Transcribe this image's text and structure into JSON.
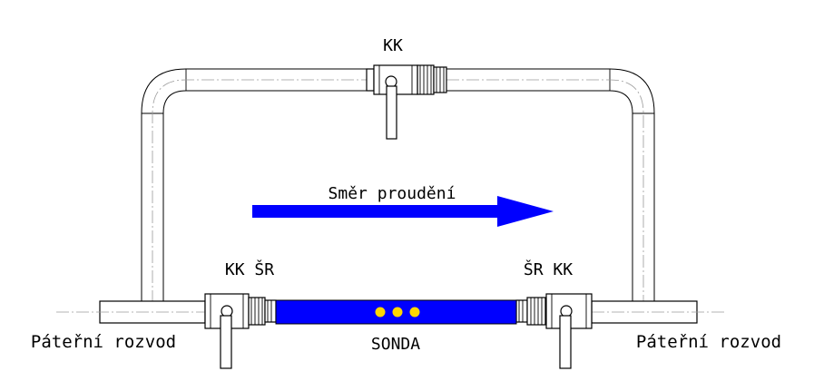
{
  "labels": {
    "top_valve": "KK",
    "left_valves": "KK ŠR",
    "right_valves": "ŠR KK",
    "flow_direction": "Směr proudění",
    "probe": "SONDA",
    "main_left": "Páteřní rozvod",
    "main_right": "Páteřní rozvod"
  },
  "colors": {
    "probe_fill": "#0000ff",
    "probe_dots": "#ffd700",
    "arrow": "#0000ff",
    "line": "#000000"
  }
}
